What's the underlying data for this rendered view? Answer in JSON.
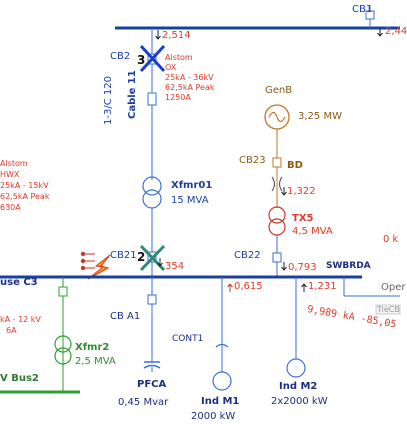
{
  "top_bus": {
    "breaker": "CB1",
    "current": "2,44"
  },
  "cb2": {
    "label": "CB2",
    "current": "2,514",
    "badge": "3",
    "vendor": "Alstom",
    "model": "OX",
    "rating_voltage": "25kA - 36kV",
    "rating_peak": "62,5kA  Peak",
    "rating_current": "1250A"
  },
  "cable": {
    "label": "1-3/C 120",
    "name": "Cable 11"
  },
  "genb": {
    "label": "GenB",
    "rating": "3,25 MW"
  },
  "cb23": {
    "label": "CB23",
    "tag": "BD",
    "current": "1,322"
  },
  "tx5": {
    "label": "TX5",
    "rating": "4,5 MVA"
  },
  "xfmr01": {
    "label": "Xfmr01",
    "rating": "15 MVA"
  },
  "left_device": {
    "vendor": "Alstom",
    "model": "HWX",
    "rating_voltage": "25kA - 15kV",
    "rating_peak": "62,5kA  Peak",
    "rating_current": "630A"
  },
  "cb21": {
    "label": "CB21",
    "badge": "2",
    "current": "354"
  },
  "cb22": {
    "label": "CB22",
    "current": "0,793"
  },
  "right_fault": "0 k",
  "bus_c3": {
    "label": "use C3"
  },
  "swbrda": {
    "label": "SWBRDA",
    "current": "1,231"
  },
  "feeder_current": "0,615",
  "open_tag": "Oper",
  "tie_tag": "TieCB",
  "fault_result": "9,989 kA -85,05",
  "left_rating": {
    "line1": "kA - 12 kV",
    "line2": "6A"
  },
  "xfmr2": {
    "label": "Xfmr2",
    "rating": "2,5 MVA"
  },
  "bus2": {
    "label": "V Bus2"
  },
  "cba1": {
    "label": "CB A1"
  },
  "cont1": {
    "label": "CONT1"
  },
  "pfca": {
    "label": "PFCA",
    "rating": "0,45 Mvar"
  },
  "indm1": {
    "label": "Ind M1",
    "rating": "2000 kW"
  },
  "indm2": {
    "label": "Ind M2",
    "rating": "2x2000 kW"
  },
  "colors": {
    "bus": "#1b3f9e",
    "device": "#3a6fd8",
    "breaker_green": "#2e8b75",
    "breaker_blue": "#1a3fcf",
    "generator": "#c2772a",
    "xfmr_green": "#2fa02f",
    "annotation": "#e03a2a"
  }
}
